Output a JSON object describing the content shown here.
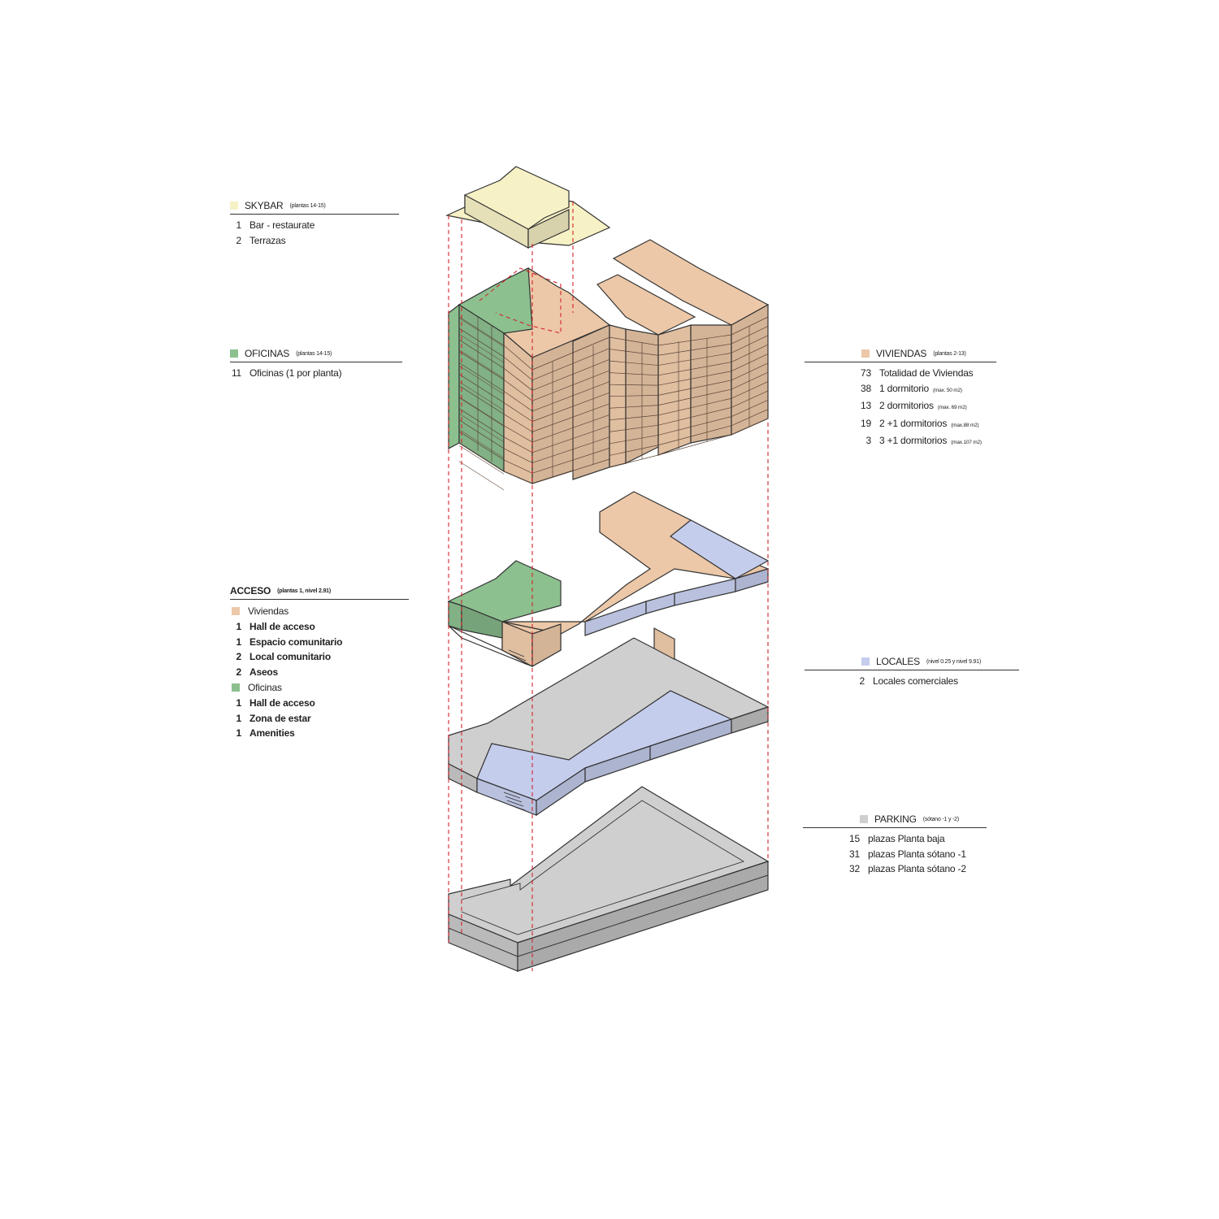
{
  "colors": {
    "skybar": "#f7f1c6",
    "oficinas": "#8cc08f",
    "viviendas": "#ecc8a8",
    "locales": "#c5cdec",
    "parking": "#cfcfcf",
    "guides": "#d4242a",
    "outline": "#333333"
  },
  "legends": {
    "skybar": {
      "title": "SKYBAR",
      "note": "(plantas 14-15)",
      "items": [
        {
          "n": "1",
          "label": "Bar - restaurate"
        },
        {
          "n": "2",
          "label": "Terrazas"
        }
      ]
    },
    "oficinas": {
      "title": "OFICINAS",
      "note": "(plantas 14-15)",
      "items": [
        {
          "n": "11",
          "label": "Oficinas (1 por planta)"
        }
      ]
    },
    "acceso": {
      "title": "ACCESO",
      "note": "(plantas 1, nivel 2.91)",
      "group_viviendas": "Viviendas",
      "viviendas_items": [
        {
          "n": "1",
          "label": "Hall de acceso"
        },
        {
          "n": "1",
          "label": "Espacio comunitario"
        },
        {
          "n": "2",
          "label": "Local comunitario"
        },
        {
          "n": "2",
          "label": "Aseos"
        }
      ],
      "group_oficinas": "Oficinas",
      "oficinas_items": [
        {
          "n": "1",
          "label": "Hall de acceso"
        },
        {
          "n": "1",
          "label": "Zona de estar"
        },
        {
          "n": "1",
          "label": "Amenities"
        }
      ]
    },
    "viviendas": {
      "title": "VIVIENDAS",
      "note": "(plantas 2-13)",
      "items": [
        {
          "n": "73",
          "label": "Totalidad de Viviendas",
          "detail": ""
        },
        {
          "n": "38",
          "label": "1 dormitorio",
          "detail": "(max. 50 m2)"
        },
        {
          "n": "13",
          "label": "2 dormitorios",
          "detail": "(max. 69 m2)"
        },
        {
          "n": "19",
          "label": "2 +1 dormitorios",
          "detail": "(max.88 m2)"
        },
        {
          "n": "3",
          "label": "3 +1 dormitorios",
          "detail": "(max.107 m2)"
        }
      ]
    },
    "locales": {
      "title": "LOCALES",
      "note": "(nivel 0.25 y nivel 9.91)",
      "items": [
        {
          "n": "2",
          "label": "Locales comerciales"
        }
      ]
    },
    "parking": {
      "title": "PARKING",
      "note": "(sótano -1 y -2)",
      "items": [
        {
          "n": "15",
          "label": "plazas Planta baja"
        },
        {
          "n": "31",
          "label": "plazas Planta sótano -1"
        },
        {
          "n": "32",
          "label": "plazas Planta sótano -2"
        }
      ]
    }
  }
}
